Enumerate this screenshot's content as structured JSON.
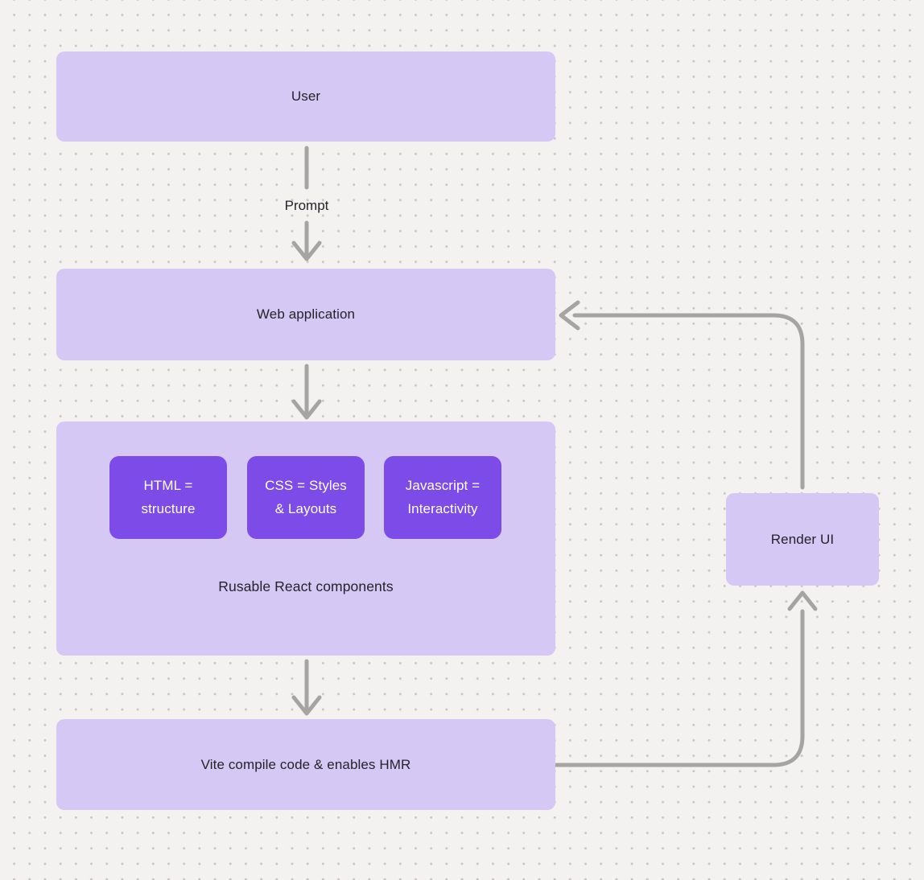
{
  "diagram": {
    "nodes": {
      "user": {
        "label": "User"
      },
      "web_application": {
        "label": "Web application"
      },
      "components_container": {
        "caption": "Rusable React components",
        "chips": [
          {
            "label": "HTML =\nstructure"
          },
          {
            "label": "CSS = Styles\n& Layouts"
          },
          {
            "label": "Javascript =\nInteractivity"
          }
        ]
      },
      "vite": {
        "label": "Vite compile code & enables HMR"
      },
      "render_ui": {
        "label": "Render UI"
      }
    },
    "edges": {
      "prompt_label": "Prompt"
    },
    "colors": {
      "bg": "#f3f2f0",
      "dot": "#c9c6c3",
      "node-fill": "#d6c8f5",
      "chip-fill": "#7c4be8",
      "chip-text": "#ffffff",
      "text": "#232329",
      "arrow": "#a6a4a2"
    }
  }
}
